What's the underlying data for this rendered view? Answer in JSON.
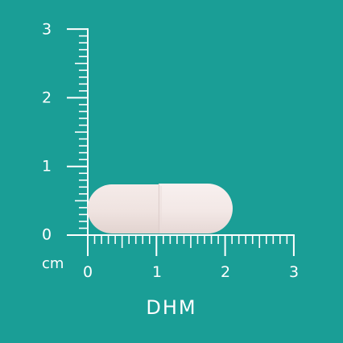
{
  "background_color": "#1a9e96",
  "foreground_color": "#ffffff",
  "capsule_color": "#f3e8e6",
  "ruler": {
    "unit": "cm",
    "x_labels": [
      "0",
      "1",
      "2",
      "3"
    ],
    "y_labels": [
      "0",
      "1",
      "2",
      "3"
    ],
    "minor_divisions_per_unit": 10
  },
  "product": {
    "name": "DHM"
  }
}
